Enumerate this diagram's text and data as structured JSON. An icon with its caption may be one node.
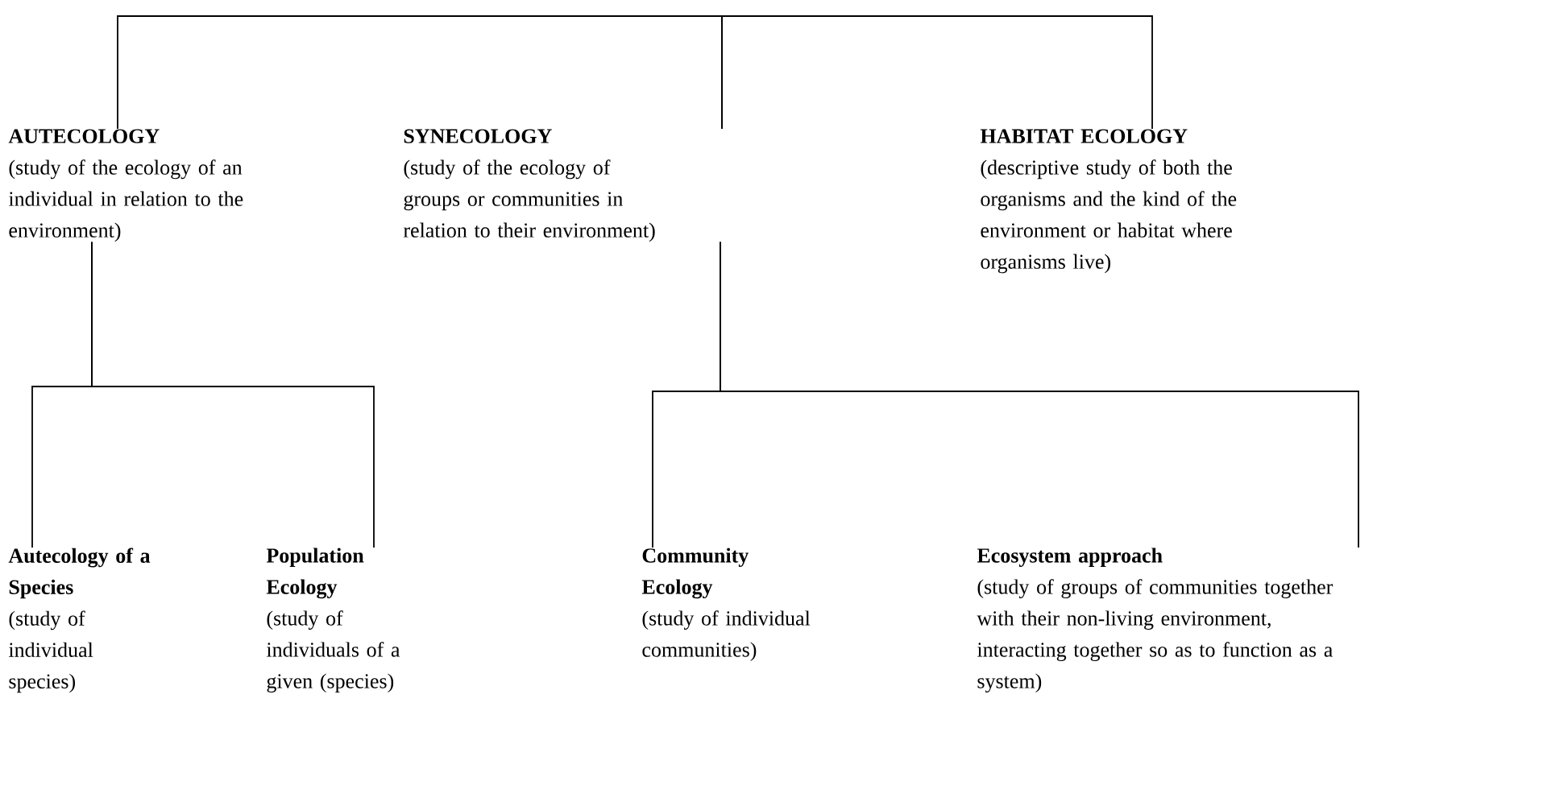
{
  "diagram": {
    "nodes": [
      {
        "text": [
          "AUTECOLOGY",
          "(study of the ecology of an individual in relation to the environment)"
        ]
      },
      {
        "text": [
          "SYNECOLOGY",
          "(study of the ecology of groups or communities in relation to their environment)"
        ]
      },
      {
        "text": [
          "HABITAT ECOLOGY",
          "(descriptive study of both the organisms and the kind of the environment or habitat where organisms live)"
        ]
      },
      {
        "text": [
          "Autecology of a Species",
          "(study of individual species)"
        ]
      },
      {
        "text": [
          "Population Ecology",
          "(study of individuals of a given (species)"
        ]
      },
      {
        "text": [
          "Community Ecology",
          "(study of individual communities)"
        ]
      },
      {
        "text": [
          "Ecosystem approach",
          "(study of groups of communities together with their non-living environment, interacting together so as to function as a system)"
        ]
      }
    ],
    "edges": [
      {
        "from": 0,
        "to": 1,
        "arrow": "none"
      },
      {
        "from": 1,
        "to": 2,
        "arrow": "none"
      },
      {
        "from": 0,
        "to": 3,
        "arrow": "none"
      },
      {
        "from": 0,
        "to": 4,
        "arrow": "none"
      },
      {
        "from": 1,
        "to": 5,
        "arrow": "none"
      },
      {
        "from": 1,
        "to": 6,
        "arrow": "none"
      }
    ]
  }
}
